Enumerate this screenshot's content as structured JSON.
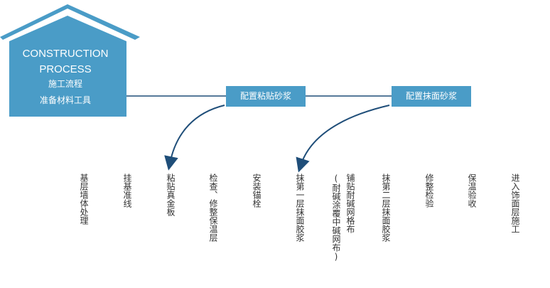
{
  "header": {
    "title_line1": "CONSTRUCTION",
    "title_line2": "PROCESS",
    "subtitle": "施工流程",
    "first_step": "准备材料工具"
  },
  "branches": [
    {
      "label": "配置粘贴砂浆"
    },
    {
      "label": "配置抹面砂浆"
    }
  ],
  "steps": [
    "基层墙体处理",
    "挂基准线",
    "粘贴真金板",
    "检查、修整保温层",
    "安装锚栓",
    "抹第一层抹面胶浆",
    "铺贴耐碱网格布",
    "(耐碱涂覆中碱网布)",
    "抹第二层抹面胶浆",
    "修整检验",
    "保温验收",
    "进入饰面层施工"
  ],
  "colors": {
    "accent": "#4a9cc7",
    "house_roof": "#4a9cc7",
    "arrow": "#1f4e79",
    "text": "#333333",
    "connector": "#1f4e79"
  }
}
